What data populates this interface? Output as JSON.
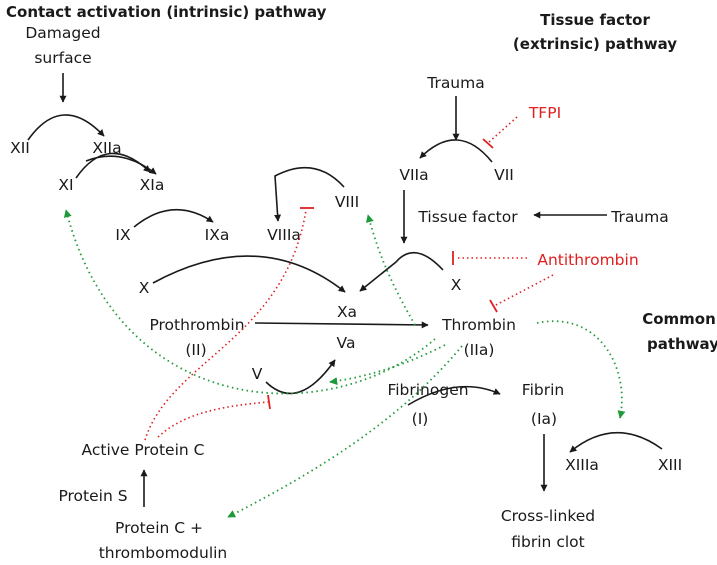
{
  "colors": {
    "text": "#1a1a1a",
    "inhibitor": "#e02020",
    "activation": "#1f9a3b"
  },
  "headings": {
    "intrinsic": "Contact activation (intrinsic) pathway",
    "extrinsic_1": "Tissue factor",
    "extrinsic_2": "(extrinsic) pathway",
    "common_1": "Common",
    "common_2": "pathway"
  },
  "nodes": {
    "damaged_1": "Damaged",
    "damaged_2": "surface",
    "xii": "XII",
    "xiia": "XIIa",
    "xi": "XI",
    "xia": "XIa",
    "ix": "IX",
    "ixa": "IXa",
    "viiia": "VIIIa",
    "viii": "VIII",
    "x_left": "X",
    "xa": "Xa",
    "prothrombin": "Prothrombin",
    "ii": "(II)",
    "va": "Va",
    "v": "V",
    "thrombin": "Thrombin",
    "iia": "(IIa)",
    "fibrinogen": "Fibrinogen",
    "i": "(I)",
    "fibrin": "Fibrin",
    "ia": "(Ia)",
    "xiiia": "XIIIa",
    "xiii": "XIII",
    "clot_1": "Cross-linked",
    "clot_2": "fibrin clot",
    "trauma_top": "Trauma",
    "viia": "VIIa",
    "vii": "VII",
    "tissue_factor": "Tissue factor",
    "trauma_right": "Trauma",
    "x_right": "X",
    "active_protein_c": "Active Protein C",
    "protein_s": "Protein S",
    "protein_c_1": "Protein C +",
    "protein_c_2": "thrombomodulin"
  },
  "inhibitors": {
    "tfpi": "TFPI",
    "antithrombin": "Antithrombin"
  }
}
